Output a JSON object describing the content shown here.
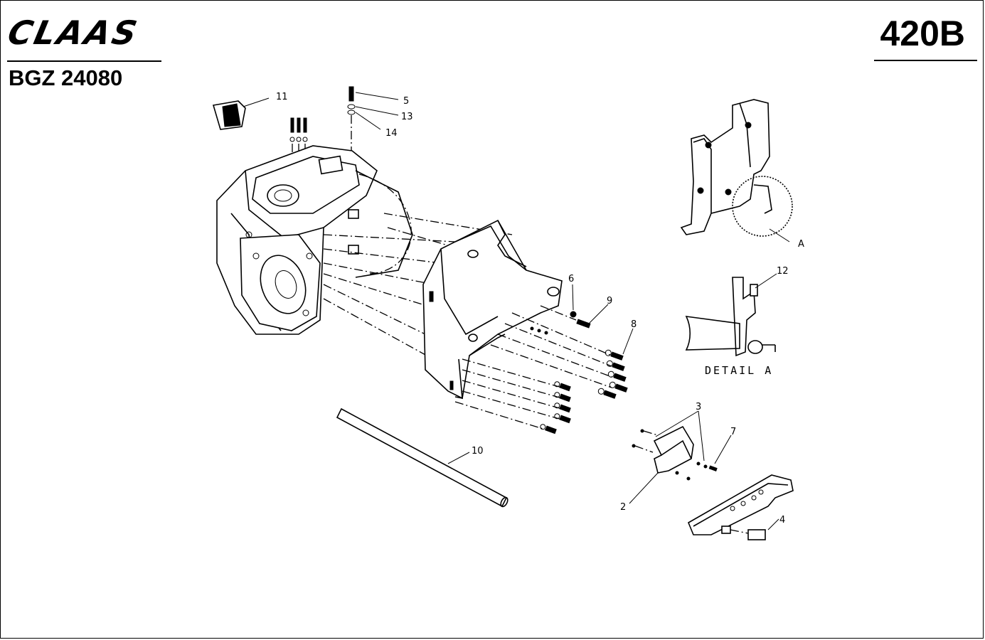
{
  "header": {
    "brand": "CLAAS",
    "drawing_code": "BGZ 24080",
    "model": "420B"
  },
  "callouts": [
    {
      "id": "11",
      "label": "11"
    },
    {
      "id": "5",
      "label": "5"
    },
    {
      "id": "13",
      "label": "13"
    },
    {
      "id": "14",
      "label": "14"
    },
    {
      "id": "6",
      "label": "6"
    },
    {
      "id": "9",
      "label": "9"
    },
    {
      "id": "8",
      "label": "8"
    },
    {
      "id": "10",
      "label": "10"
    },
    {
      "id": "3",
      "label": "3"
    },
    {
      "id": "7",
      "label": "7"
    },
    {
      "id": "2",
      "label": "2"
    },
    {
      "id": "4",
      "label": "4"
    },
    {
      "id": "12",
      "label": "12"
    },
    {
      "id": "A",
      "label": "A"
    }
  ],
  "detail_caption": "DETAIL A"
}
